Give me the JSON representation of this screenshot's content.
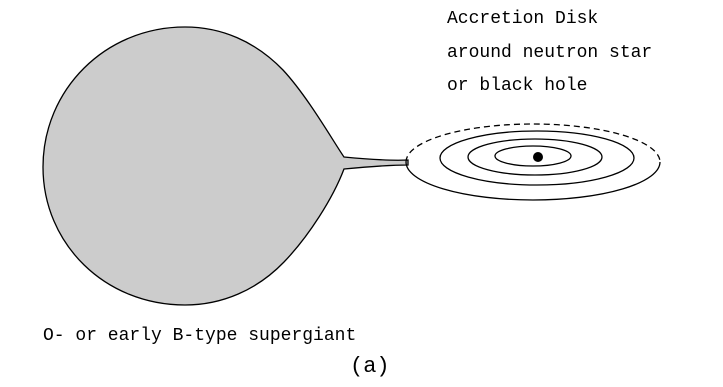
{
  "labels": {
    "disk_line_1": "Accretion Disk",
    "disk_line_2": "around neutron star",
    "disk_line_3": "or black hole",
    "star": "O- or early B-type supergiant",
    "panel": "(a)"
  },
  "colors": {
    "star_fill": "#cccccc",
    "outline": "#000000",
    "background": "#ffffff"
  }
}
